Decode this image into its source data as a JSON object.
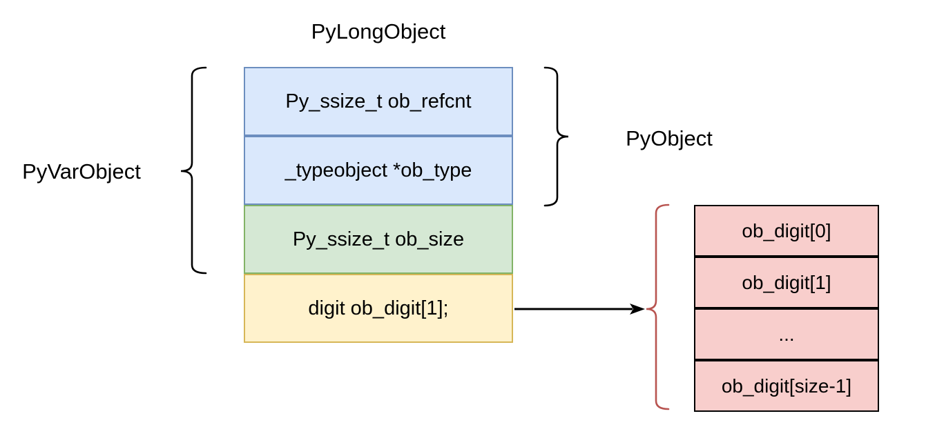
{
  "diagram": {
    "title": "PyLongObject",
    "labels": {
      "pyvarobject": "PyVarObject",
      "pyobject": "PyObject"
    },
    "struct_fields": [
      {
        "label": "Py_ssize_t ob_refcnt",
        "group": "PyObject"
      },
      {
        "label": "_typeobject *ob_type",
        "group": "PyObject"
      },
      {
        "label": "Py_ssize_t ob_size",
        "group": "PyVarObject"
      },
      {
        "label": "digit ob_digit[1];",
        "group": "payload"
      }
    ],
    "digit_cells": [
      {
        "label": "ob_digit[0]"
      },
      {
        "label": "ob_digit[1]"
      },
      {
        "label": "..."
      },
      {
        "label": "ob_digit[size-1]"
      }
    ],
    "colors": {
      "blue_fill": "#dae8fc",
      "blue_stroke": "#6c8ebf",
      "green_fill": "#d5e8d4",
      "green_stroke": "#82b366",
      "yellow_fill": "#fff2cc",
      "yellow_stroke": "#d6b656",
      "red_fill": "#f8cecc",
      "red_stroke": "#b85450",
      "brace_black": "#000000",
      "brace_red": "#b85450",
      "arrow": "#000000",
      "text": "#000000"
    }
  }
}
